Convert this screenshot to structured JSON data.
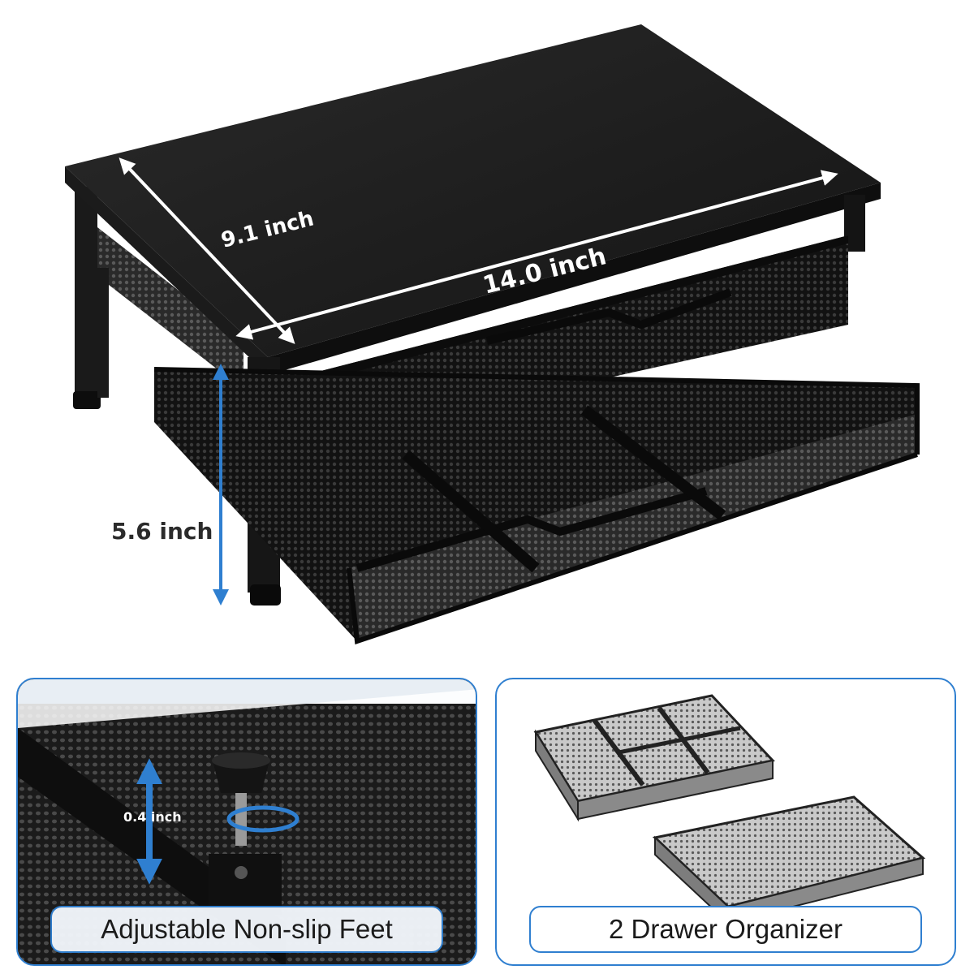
{
  "hero": {
    "dim_depth": "9.1 inch",
    "dim_width": "14.0 inch",
    "dim_height": "5.6 inch"
  },
  "panels": {
    "feet": {
      "caption": "Adjustable Non-slip Feet",
      "dim_adjust": "0.4 inch"
    },
    "drawers": {
      "caption": "2 Drawer Organizer"
    }
  },
  "colors": {
    "accent": "#2f7fd0",
    "product": "#1c1c1c"
  },
  "icons": [
    "double-arrow-icon",
    "rotate-arrow-icon",
    "vertical-arrow-icon"
  ]
}
